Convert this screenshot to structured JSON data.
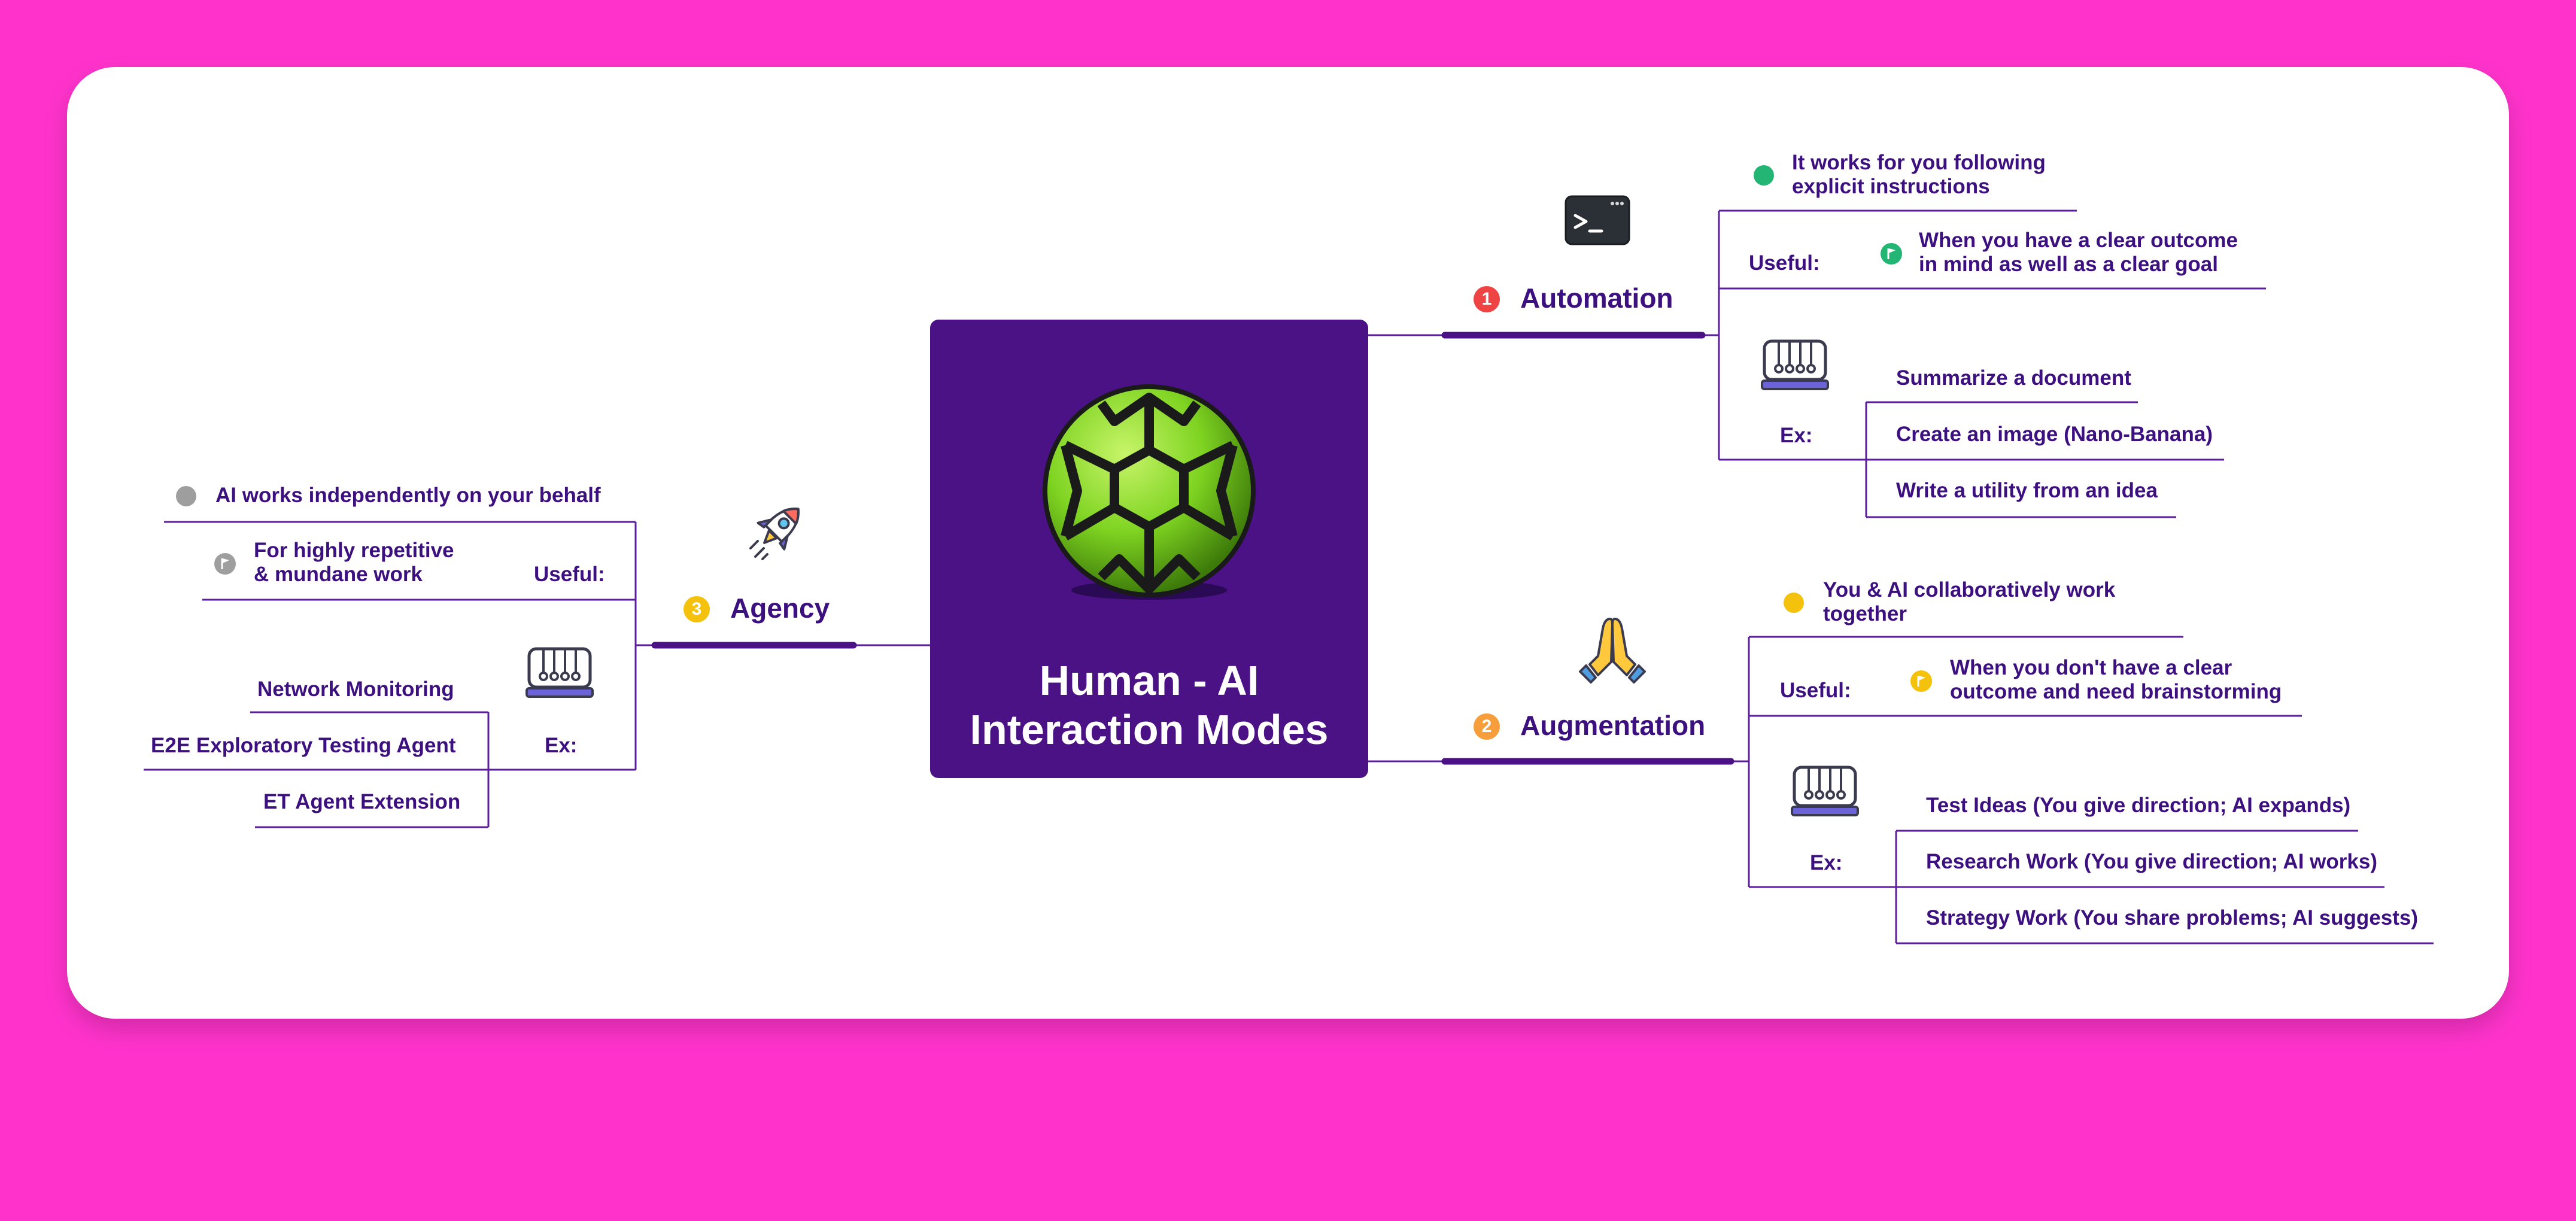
{
  "center": {
    "title_line1": "Human - AI",
    "title_line2": "Interaction Modes",
    "image": "soccer-ball"
  },
  "automation": {
    "number": "1",
    "label": "Automation",
    "icon": "terminal-icon",
    "description_line1": "It works for you following",
    "description_line2": "explicit instructions",
    "useful_label": "Useful:",
    "useful_line1": "When you have a clear outcome",
    "useful_line2": "in mind as well as a clear goal",
    "ex_label": "Ex:",
    "examples": [
      "Summarize a document",
      "Create an image (Nano-Banana)",
      "Write a utility from an idea"
    ]
  },
  "augmentation": {
    "number": "2",
    "label": "Augmentation",
    "icon": "folded-hands-icon",
    "description_line1": "You & AI collaboratively work",
    "description_line2": "together",
    "useful_label": "Useful:",
    "useful_line1": "When you don't have a clear",
    "useful_line2": "outcome and need brainstorming",
    "ex_label": "Ex:",
    "examples": [
      "Test Ideas (You give direction; AI expands)",
      "Research Work (You give direction; AI works)",
      "Strategy Work (You share problems; AI suggests)"
    ]
  },
  "agency": {
    "number": "3",
    "label": "Agency",
    "icon": "rocket-icon",
    "description": "AI works independently on your behalf",
    "useful_label": "Useful:",
    "useful_line1": "For highly repetitive",
    "useful_line2": "& mundane work",
    "ex_label": "Ex:",
    "examples": [
      "Network Monitoring",
      "E2E Exploratory Testing Agent",
      "ET Agent Extension"
    ]
  },
  "colors": {
    "background": "#ff33cc",
    "card": "#ffffff",
    "center": "#4a1285",
    "text": "#3d1080",
    "line": "#5b1f9c",
    "red": "#ef4444",
    "orange": "#f59e3b",
    "yellow": "#f4c20d",
    "green": "#22b573",
    "gray": "#9e9e9e"
  }
}
